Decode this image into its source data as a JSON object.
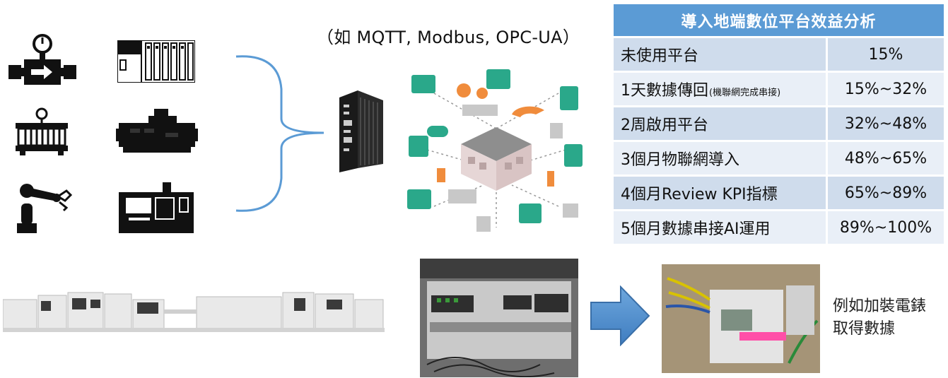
{
  "protocol_caption": "（如 MQTT, Modbus, OPC-UA）",
  "table": {
    "title": "導入地端數位平台效益分析",
    "rows": [
      {
        "stage": "未使用平台",
        "note": "",
        "value": "15%"
      },
      {
        "stage": "1天數據傳回",
        "note": "(機聯網完成串接)",
        "value": "15%~32%"
      },
      {
        "stage": "2周啟用平台",
        "note": "",
        "value": "32%~48%"
      },
      {
        "stage": "3個月物聯網導入",
        "note": "",
        "value": "48%~65%"
      },
      {
        "stage": "4個月Review KPI指標",
        "note": "",
        "value": "65%~89%"
      },
      {
        "stage": "5個月數據串接AI運用",
        "note": "",
        "value": "89%~100%"
      }
    ]
  },
  "meter_caption": {
    "line1": "例如加裝電錶",
    "line2": "取得數據"
  },
  "icons": [
    "flow-meter-icon",
    "plc-rack-icon",
    "heater-unit-icon",
    "chiller-icon",
    "robot-arm-icon",
    "cnc-machine-icon"
  ],
  "colors": {
    "table_header": "#5b9bd5",
    "row_dark": "#cfdcec",
    "row_light": "#e9eff7",
    "bracket": "#5b9bd5",
    "arrow": "#4a86c8",
    "iso_green": "#2aa88a"
  }
}
